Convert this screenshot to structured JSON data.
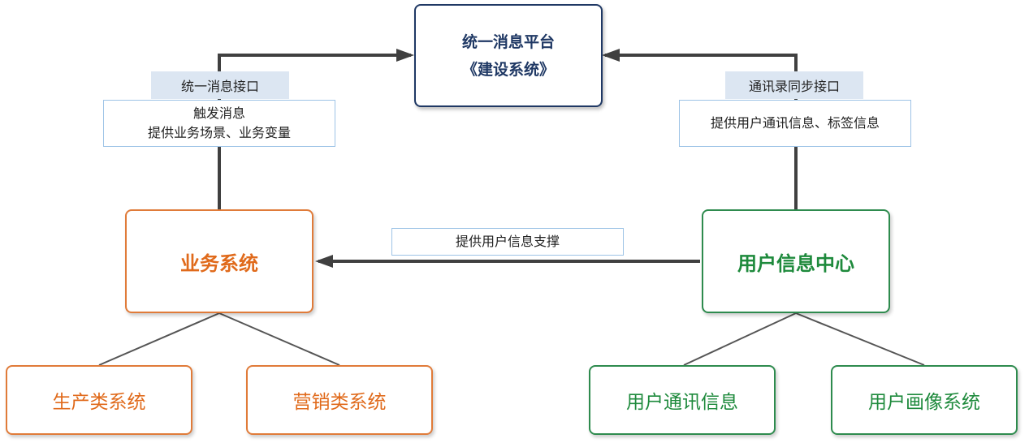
{
  "platform": {
    "title": "统一消息平台",
    "subtitle": "《建设系统》"
  },
  "left_interface": {
    "label": "统一消息接口",
    "note_line1": "触发消息",
    "note_line2": "提供业务场景、业务变量"
  },
  "right_interface": {
    "label": "通讯录同步接口",
    "note": "提供用户通讯信息、标签信息"
  },
  "middle_note": "提供用户信息支撑",
  "business_system": {
    "title": "业务系统",
    "children": [
      "生产类系统",
      "营销类系统"
    ]
  },
  "user_center": {
    "title": "用户信息中心",
    "children": [
      "用户通讯信息",
      "用户画像系统"
    ]
  },
  "colors": {
    "navy": "#1f3864",
    "orange": "#e06a1b",
    "green": "#1e8a3c",
    "tag_fill": "#dce6f2",
    "note_border": "#9dc3e6",
    "connector": "#404040"
  }
}
